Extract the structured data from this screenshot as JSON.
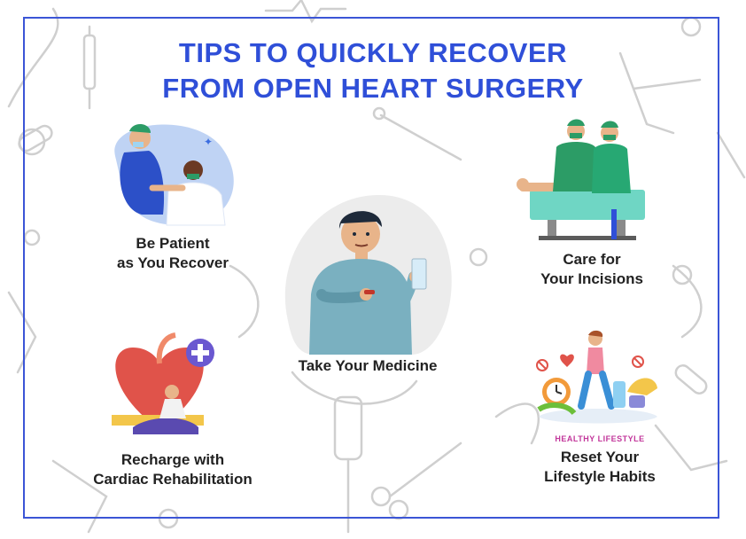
{
  "title": {
    "line1": "TIPS TO QUICKLY RECOVER",
    "line2": "FROM OPEN HEART SURGERY"
  },
  "tips": {
    "patient": {
      "line1": "Be Patient",
      "line2": "as You Recover"
    },
    "incisions": {
      "line1": "Care for",
      "line2": "Your Incisions"
    },
    "medicine": {
      "line1": "Take Your Medicine"
    },
    "rehab": {
      "line1": "Recharge with",
      "line2": "Cardiac Rehabilitation"
    },
    "lifestyle": {
      "line1": "Reset Your",
      "line2": "Lifestyle Habits",
      "badge": "HEALTHY LIFESTYLE"
    }
  },
  "colors": {
    "accent": "#2f4fd8",
    "frame": "#3b55d6",
    "doodle": "#c9c9c9",
    "caption": "#222222"
  }
}
